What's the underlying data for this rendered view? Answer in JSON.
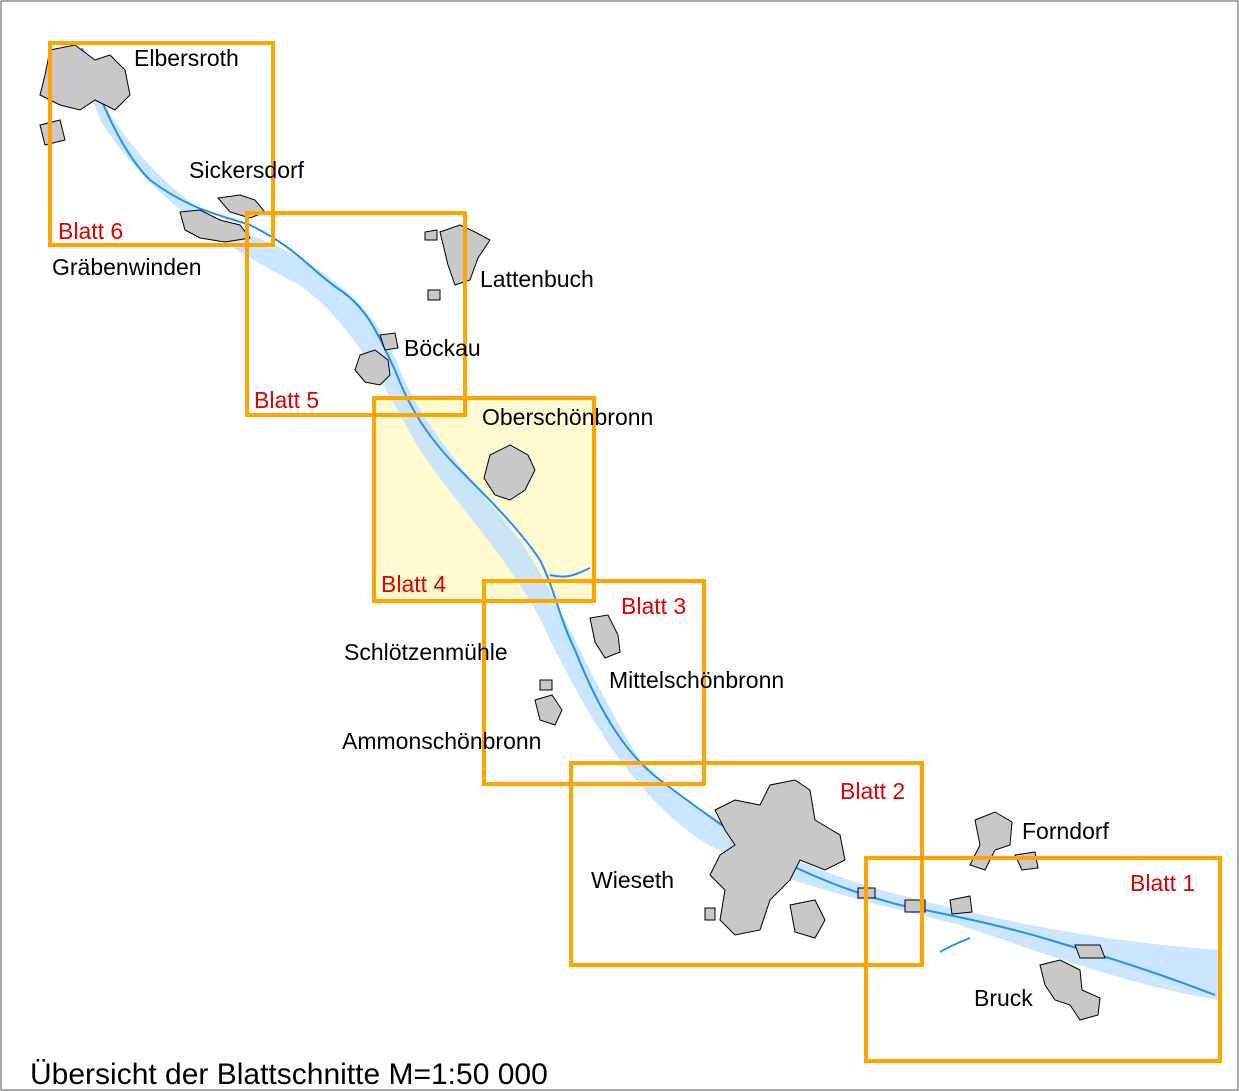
{
  "caption": "Übersicht der Blattschnitte M=1:50 000",
  "colors": {
    "sheet_border": "#ffa500",
    "sheet_label": "#e00000",
    "highlight_fill": "#fffad2",
    "river": "#1e90ff",
    "floodplain": "#bfe0ff",
    "settlement": "#c8c8c8"
  },
  "sheets": [
    {
      "label": "Blatt 1",
      "highlighted": false
    },
    {
      "label": "Blatt 2",
      "highlighted": false
    },
    {
      "label": "Blatt 3",
      "highlighted": false
    },
    {
      "label": "Blatt 4",
      "highlighted": true
    },
    {
      "label": "Blatt 5",
      "highlighted": false
    },
    {
      "label": "Blatt 6",
      "highlighted": false
    }
  ],
  "towns": {
    "elbersroth": "Elbersroth",
    "sickersdorf": "Sickersdorf",
    "grabenwinden": "Gräbenwinden",
    "lattenbuch": "Lattenbuch",
    "bockau": "Böckau",
    "oberschonbronn": "Oberschönbronn",
    "schlotzenmuhle": "Schlötzenmühle",
    "mittelschonbronn": "Mittelschönbronn",
    "ammonschonbronn": "Ammonschönbronn",
    "wieseth": "Wieseth",
    "forndorf": "Forndorf",
    "bruck": "Bruck"
  }
}
